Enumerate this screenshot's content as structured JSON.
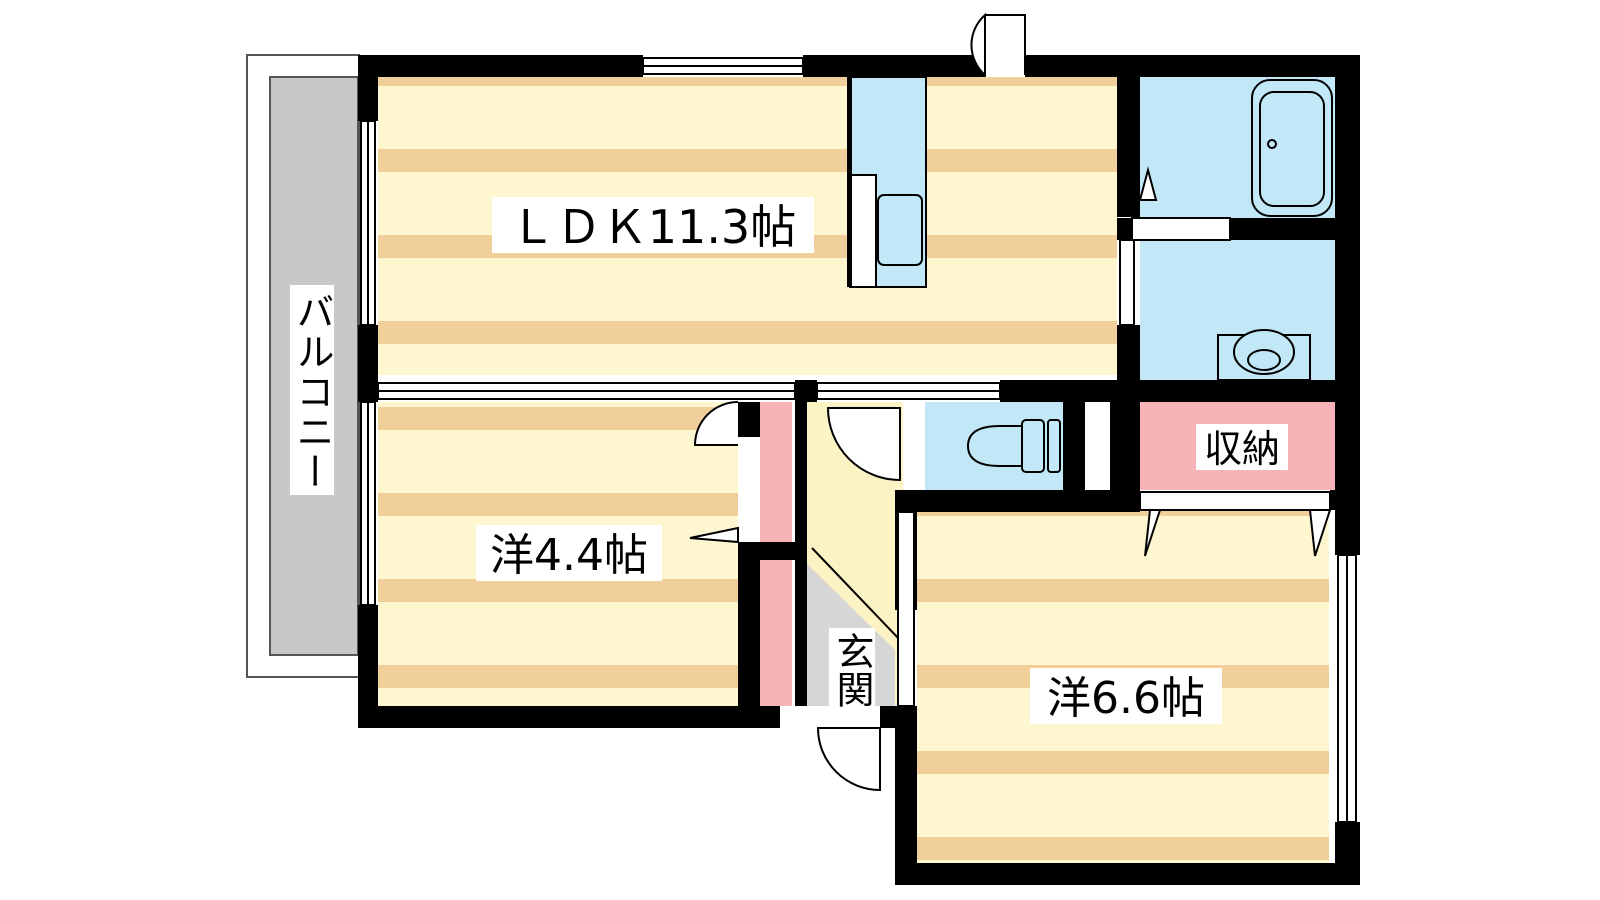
{
  "rooms": {
    "ldk": {
      "label": "ＬＤＫ11.3帖"
    },
    "western_a": {
      "label": "洋4.4帖"
    },
    "western_b": {
      "label": "洋6.6帖"
    },
    "storage": {
      "label": "収納"
    },
    "entrance": {
      "label": "玄関"
    },
    "balcony": {
      "label": "バルコニー"
    }
  },
  "colors": {
    "wall": "#000000",
    "floor_light": "#fdf6cf",
    "floor_stripe": "#f0cf9a",
    "wet_area": "#c2e8f7",
    "closet": "#f7b4b8",
    "entrance_floor": "#fcf3c4",
    "entrance_step": "#d6d6d6",
    "balcony": "#c8c8c8"
  },
  "icons": [
    "bathtub-icon",
    "washbasin-icon",
    "toilet-icon",
    "kitchen-sink-icon",
    "door-swing-icon"
  ]
}
